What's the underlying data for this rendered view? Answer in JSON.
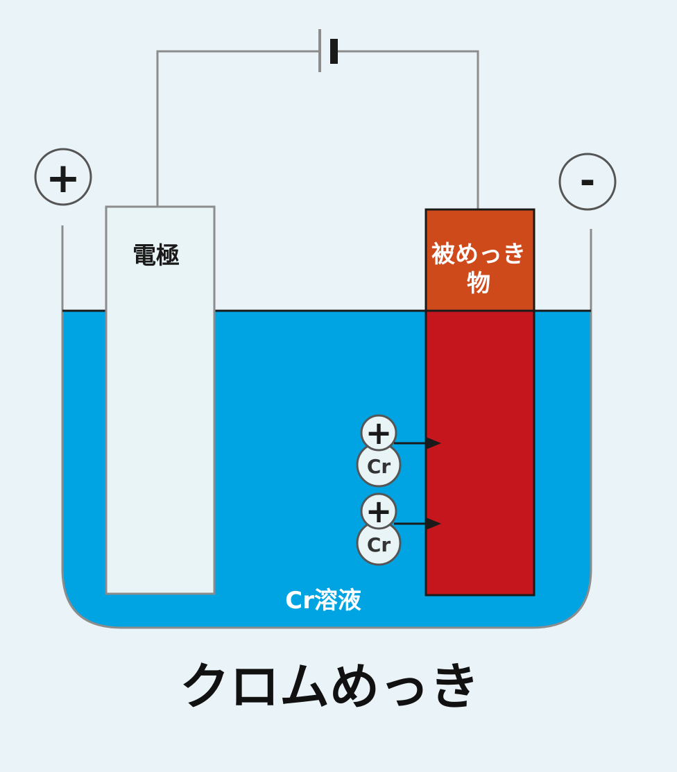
{
  "diagram": {
    "title": "クロムめっき",
    "anode_sign": "+",
    "cathode_sign": "-",
    "electrode_label": "電極",
    "workpiece_label_line1": "被めっき",
    "workpiece_label_line2": "物",
    "solution_label": "Cr溶液",
    "ions": [
      {
        "charge": "+",
        "symbol": "Cr"
      },
      {
        "charge": "+",
        "symbol": "Cr"
      }
    ]
  },
  "colors": {
    "background": "#eaf4f8",
    "solution": "#00a4e2",
    "electrode_fill": "#e9f4f7",
    "workpiece_above": "#cf4a1b",
    "workpiece_submerged": "#c4161c",
    "wire": "#8c8c8c",
    "outline": "#1a1a1a"
  }
}
